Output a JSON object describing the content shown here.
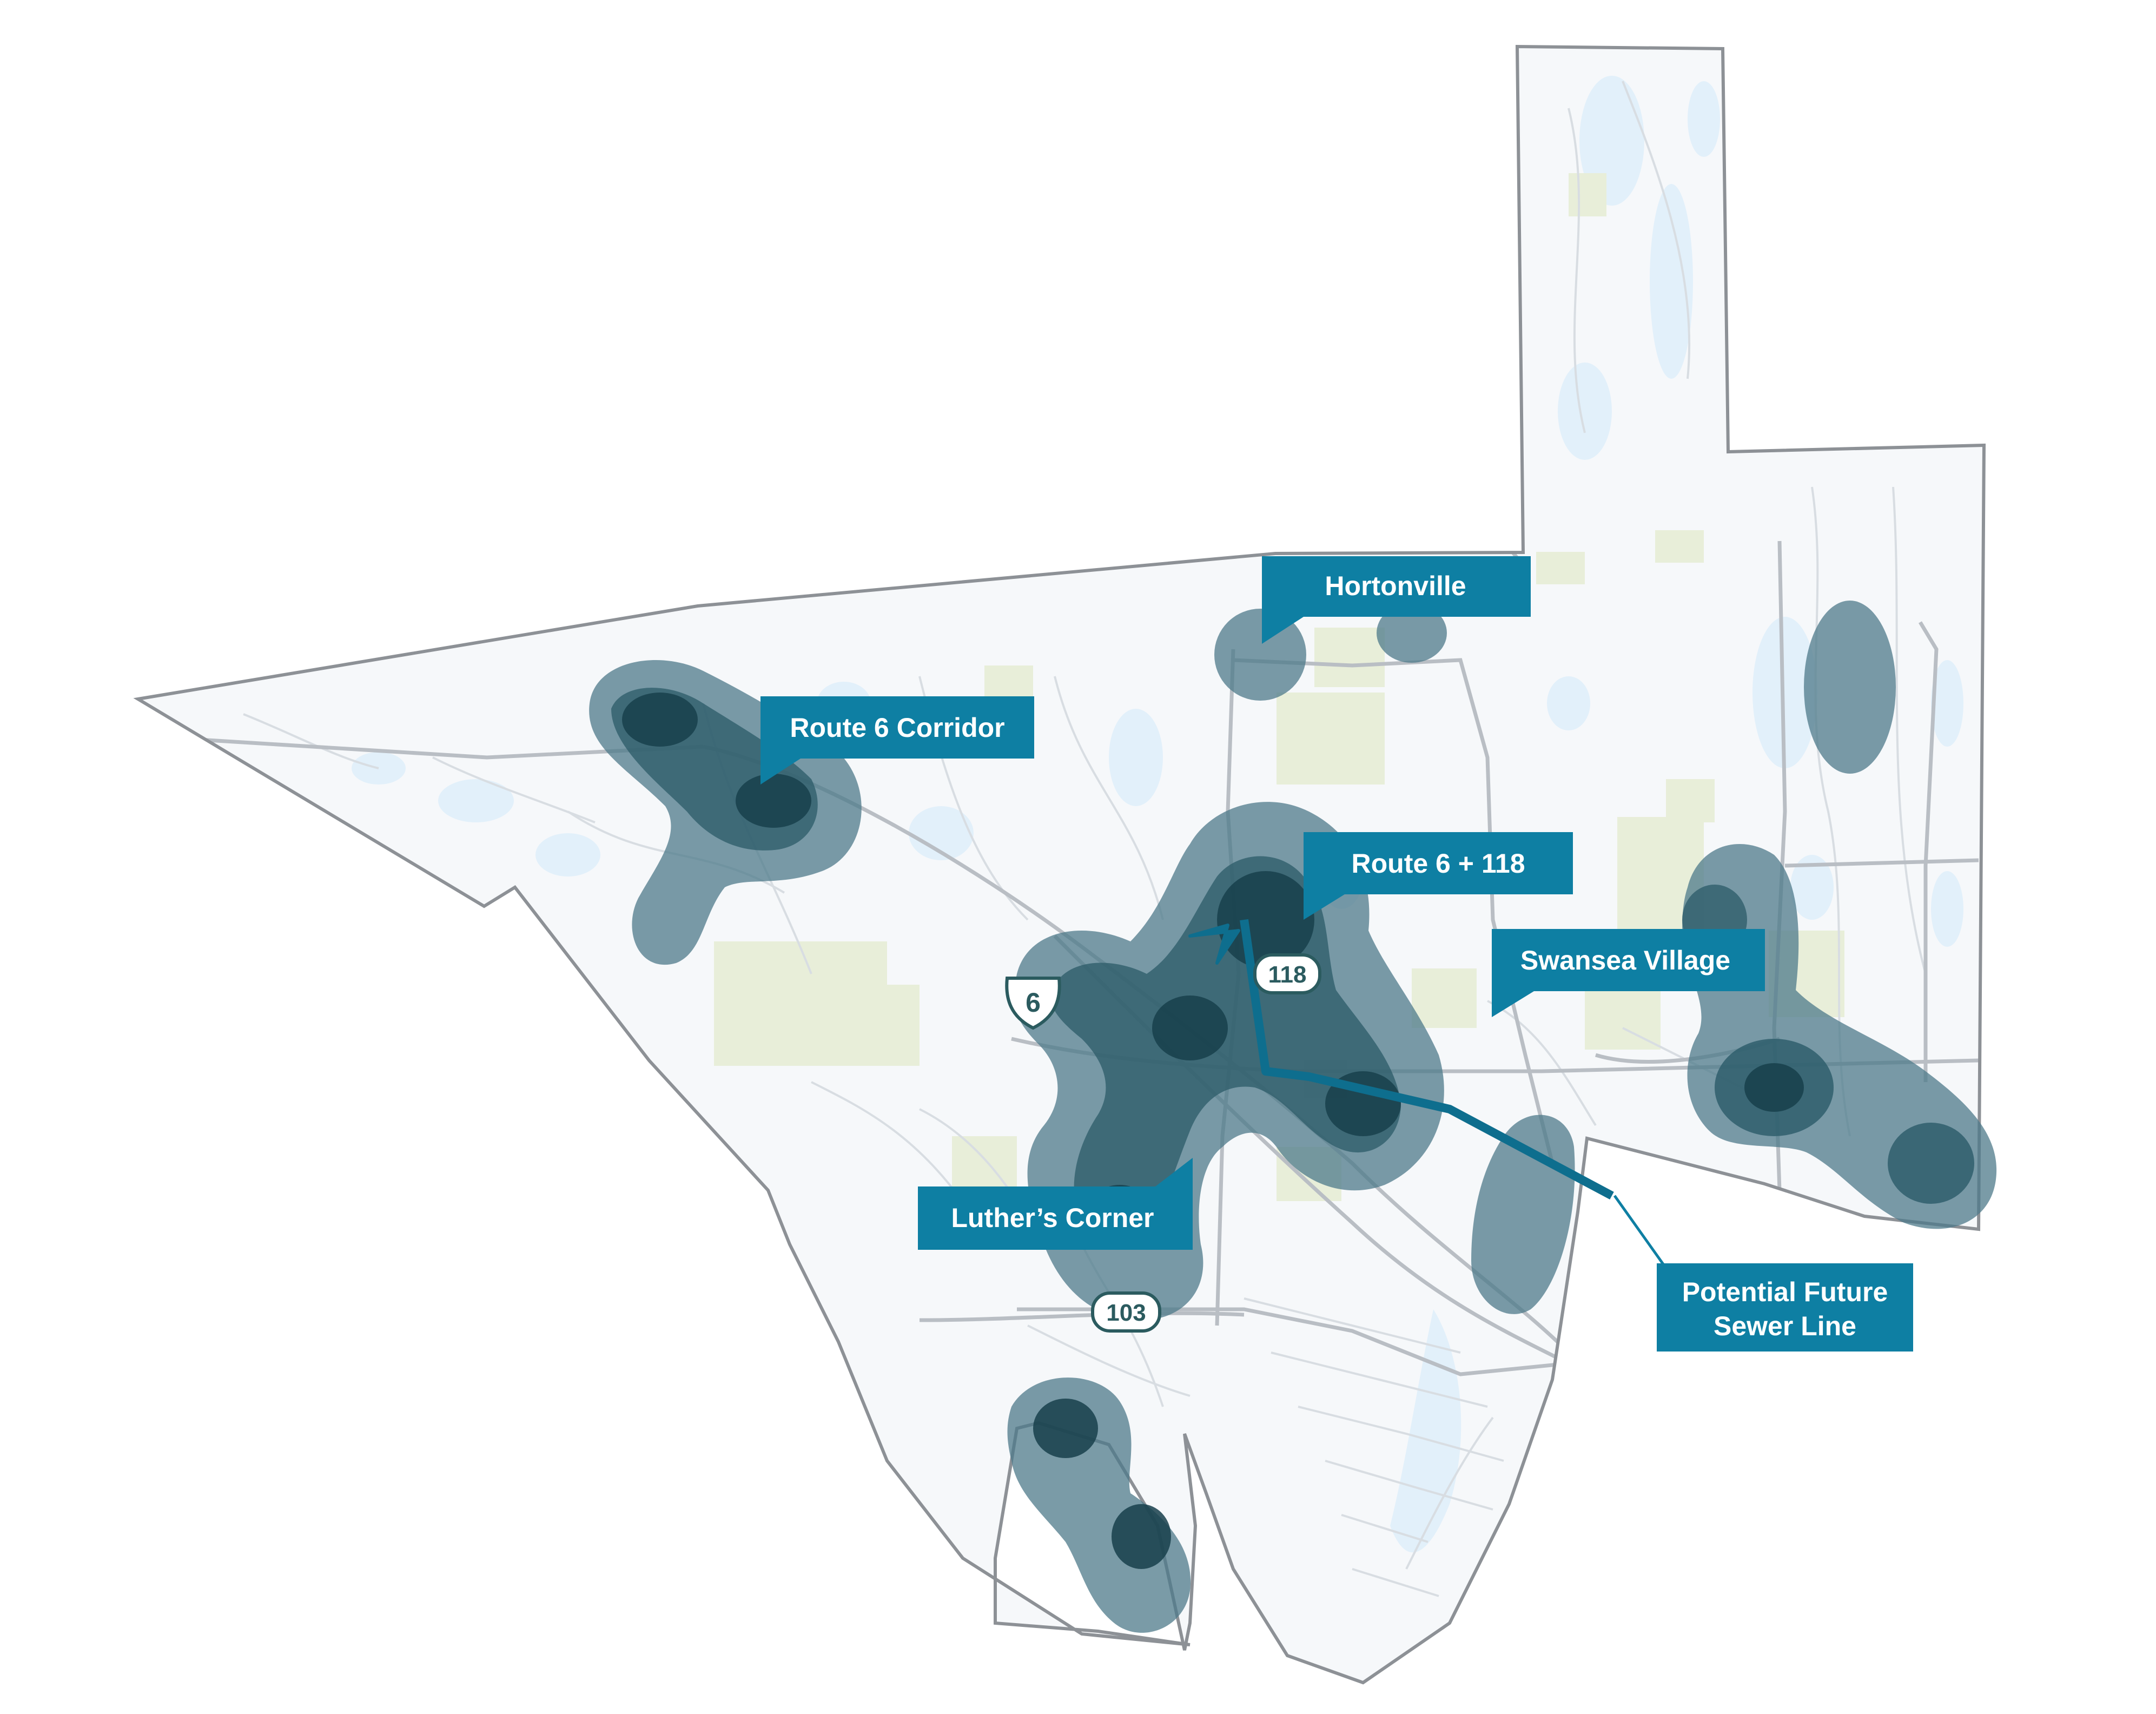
{
  "colors": {
    "background": "#ffffff",
    "land": "#f6f8fa",
    "boundary": "#8d9196",
    "road_major": "#b9bec4",
    "road_minor": "#d8dde2",
    "water": "#e2f0fa",
    "open_space": "#e8eed9",
    "cluster_light": "#4d7a89",
    "cluster_dark": "#183f4b",
    "callout": "#0e7fa3",
    "sewer_line": "#0e6e8e",
    "shield_outline": "#2b5b5f"
  },
  "callouts": {
    "hortonville": "Hortonville",
    "route6_corridor": "Route 6 Corridor",
    "route6_118": "Route 6 + 118",
    "swansea_village": "Swansea Village",
    "luthers_corner": "Luther’s Corner",
    "sewer_line_1": "Potential Future",
    "sewer_line_2": "Sewer Line"
  },
  "shields": {
    "us6": "6",
    "route118": "118",
    "route103": "103"
  },
  "icons": {
    "sewer_line": "arrow-icon",
    "us_route": "us-route-shield-icon",
    "state_route": "state-route-shield-icon"
  }
}
